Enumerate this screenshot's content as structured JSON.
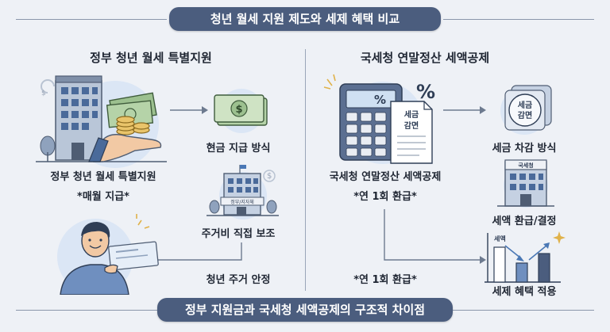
{
  "title": "청년 월세 지원 제도와 세제 혜택 비교",
  "footer": "정부 지원금과 국세청 세액공제의 구조적 차이점",
  "left": {
    "heading": "정부 청년 월세 특별지원",
    "program_label": "정부 청년 월세 특별지원",
    "program_note": "*매월 지급*",
    "step1": "현금 지급 방식",
    "step2": "주거비 직접 보조",
    "step3": "청년 주거 안정",
    "building_sign": "정부/지자체"
  },
  "right": {
    "heading": "국세청 연말정산 세액공제",
    "program_label": "국세청 연말정산 세액공제",
    "program_note": "*연 1회 환급*",
    "arrow_note": "*연 1회 환급*",
    "step1": "세금 차감 방식",
    "step2": "세액 환급/결정",
    "step3": "세제 혜택 적용",
    "document_text": "세금\n감면",
    "badge_text": "세금\n감면",
    "building_sign": "국세청",
    "calc_symbol": "%",
    "chart_label": "세액"
  },
  "colors": {
    "banner": "#4b5d7e",
    "accent_blue": "#4a78b5",
    "money_green": "#6f9a6a",
    "coin_gold": "#e0b24a"
  }
}
